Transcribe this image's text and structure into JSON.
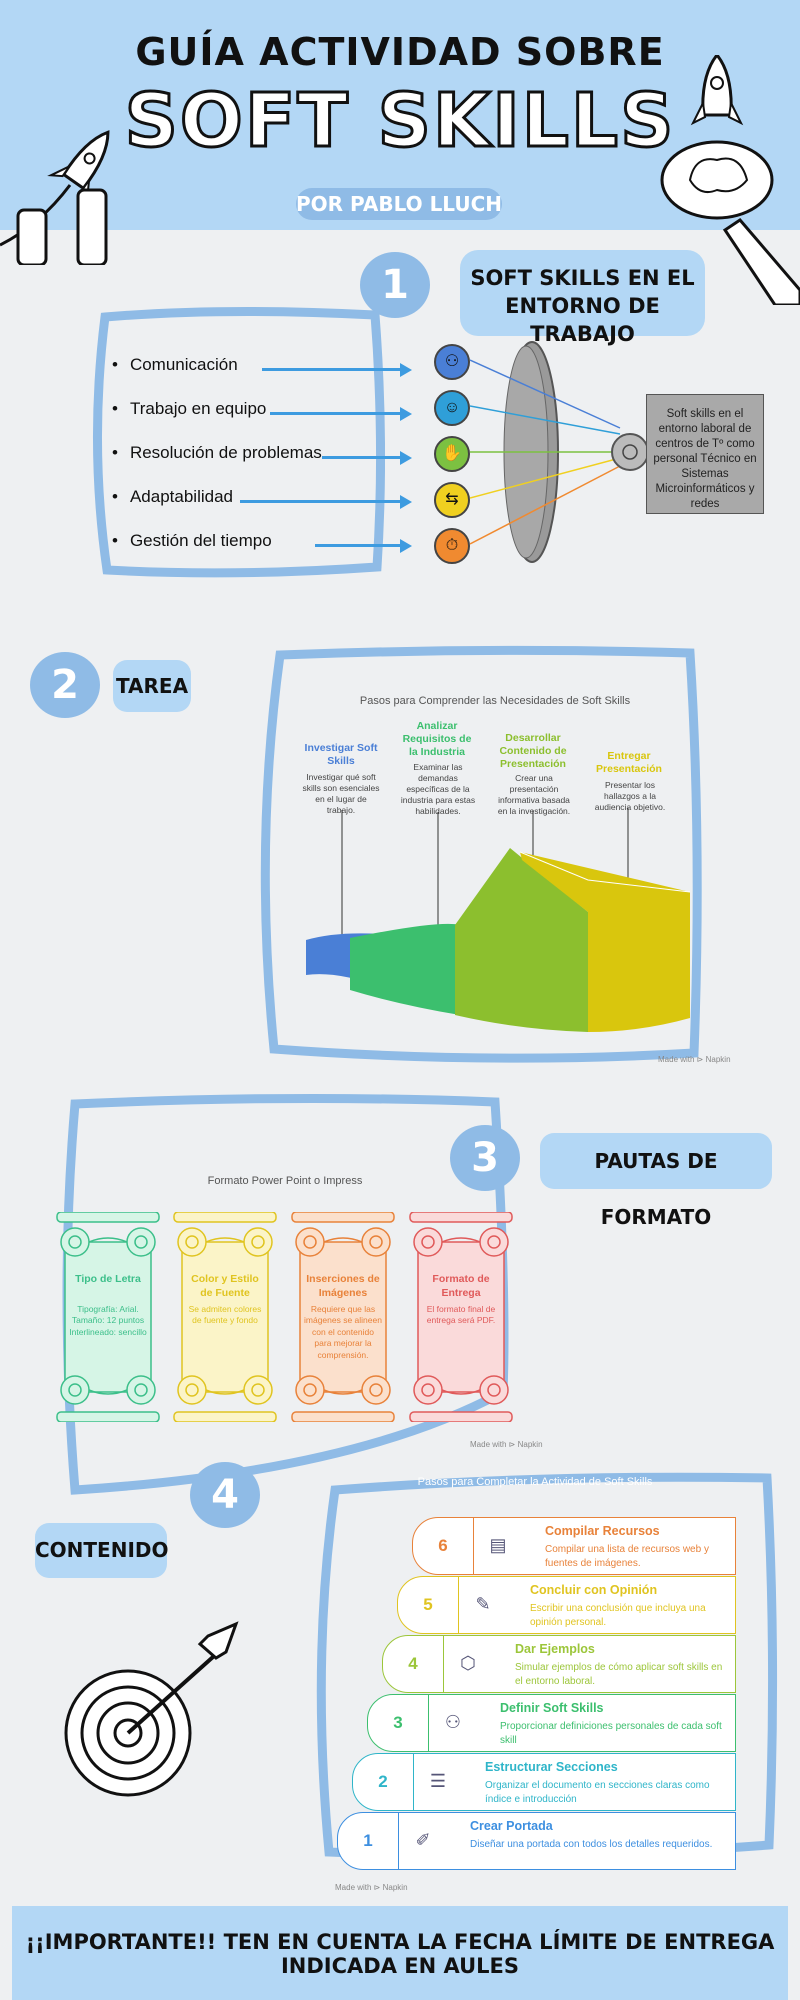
{
  "header": {
    "title_top": "GUÍA ACTIVIDAD SOBRE",
    "title_main": "SOFT SKILLS",
    "author": "POR PABLO LLUCH"
  },
  "section1": {
    "number": "1",
    "heading": "SOFT SKILLS EN EL ENTORNO DE TRABAJO",
    "skills": [
      "Comunicación",
      "Trabajo en equipo",
      "Resolución de problemas",
      "Adaptabilidad",
      "Gestión del tiempo"
    ],
    "result_text": "Soft skills en el entorno laboral de centros de Tº como personal Técnico en Sistemas Microinformáticos y redes",
    "colors": [
      "#4a7fd6",
      "#2f9fd8",
      "#7cc141",
      "#f0d020",
      "#f08a30"
    ]
  },
  "section2": {
    "number": "2",
    "heading": "TAREA",
    "chart_title": "Pasos para Comprender las Necesidades de Soft Skills",
    "steps": [
      {
        "title": "Investigar Soft Skills",
        "desc": "Investigar qué soft skills son esenciales en el lugar de trabajo.",
        "color": "#4a7fd6"
      },
      {
        "title": "Analizar Requisitos de la Industria",
        "desc": "Examinar las demandas específicas de la industria para estas habilidades.",
        "color": "#3cbf6e"
      },
      {
        "title": "Desarrollar Contenido de Presentación",
        "desc": "Crear una presentación informativa basada en la investigación.",
        "color": "#8cbf2e"
      },
      {
        "title": "Entregar Presentación",
        "desc": "Presentar los hallazgos a la audiencia objetivo.",
        "color": "#d9c60d"
      }
    ],
    "made_with": "Made with ⊳ Napkin"
  },
  "section3": {
    "number": "3",
    "heading": "PAUTAS DE FORMATO",
    "chart_title": "Formato Power Point o Impress",
    "items": [
      {
        "title": "Tipo de Letra",
        "desc": "Tipografía: Arial. Tamaño: 12 puntos Interlineado: sencillo",
        "color": "#3cbf8a",
        "bg": "#d6f5e6"
      },
      {
        "title": "Color y Estilo de Fuente",
        "desc": "Se admiten colores de fuente y fondo",
        "color": "#e0c420",
        "bg": "#fbf4c8"
      },
      {
        "title": "Inserciones de Imágenes",
        "desc": "Requiere que las imágenes se alineen con el contenido para mejorar la comprensión.",
        "color": "#e8823a",
        "bg": "#fbe0cc"
      },
      {
        "title": "Formato de Entrega",
        "desc": "El formato final de entrega será PDF.",
        "color": "#e05a5a",
        "bg": "#fadada"
      }
    ],
    "made_with": "Made with ⊳ Napkin"
  },
  "section4": {
    "number": "4",
    "heading": "CONTENIDO",
    "chart_title": "Pasos para Completar la Actividad de Soft Skills",
    "steps": [
      {
        "num": "6",
        "title": "Compilar Recursos",
        "desc": "Compilar una lista de recursos web y fuentes de imágenes.",
        "color": "#e8823a",
        "icon": "▤"
      },
      {
        "num": "5",
        "title": "Concluir con Opinión",
        "desc": "Escribir una conclusión que incluya una opinión personal.",
        "color": "#e0c420",
        "icon": "✎"
      },
      {
        "num": "4",
        "title": "Dar Ejemplos",
        "desc": "Simular ejemplos de cómo aplicar soft skills en el entorno laboral.",
        "color": "#9cc63a",
        "icon": "⬡"
      },
      {
        "num": "3",
        "title": "Definir Soft Skills",
        "desc": "Proporcionar definiciones personales de cada soft skill",
        "color": "#3cbf6e",
        "icon": "⚇"
      },
      {
        "num": "2",
        "title": "Estructurar Secciones",
        "desc": "Organizar el documento en secciones claras como índice e introducción",
        "color": "#2fb5c9",
        "icon": "☰"
      },
      {
        "num": "1",
        "title": "Crear Portada",
        "desc": "Diseñar una portada con todos los detalles requeridos.",
        "color": "#3d8fe0",
        "icon": "✐"
      }
    ],
    "made_with": "Made with ⊳ Napkin"
  },
  "footer": {
    "text": "¡¡IMPORTANTE!! TEN EN CUENTA LA FECHA LÍMITE DE ENTREGA INDICADA EN AULES"
  }
}
